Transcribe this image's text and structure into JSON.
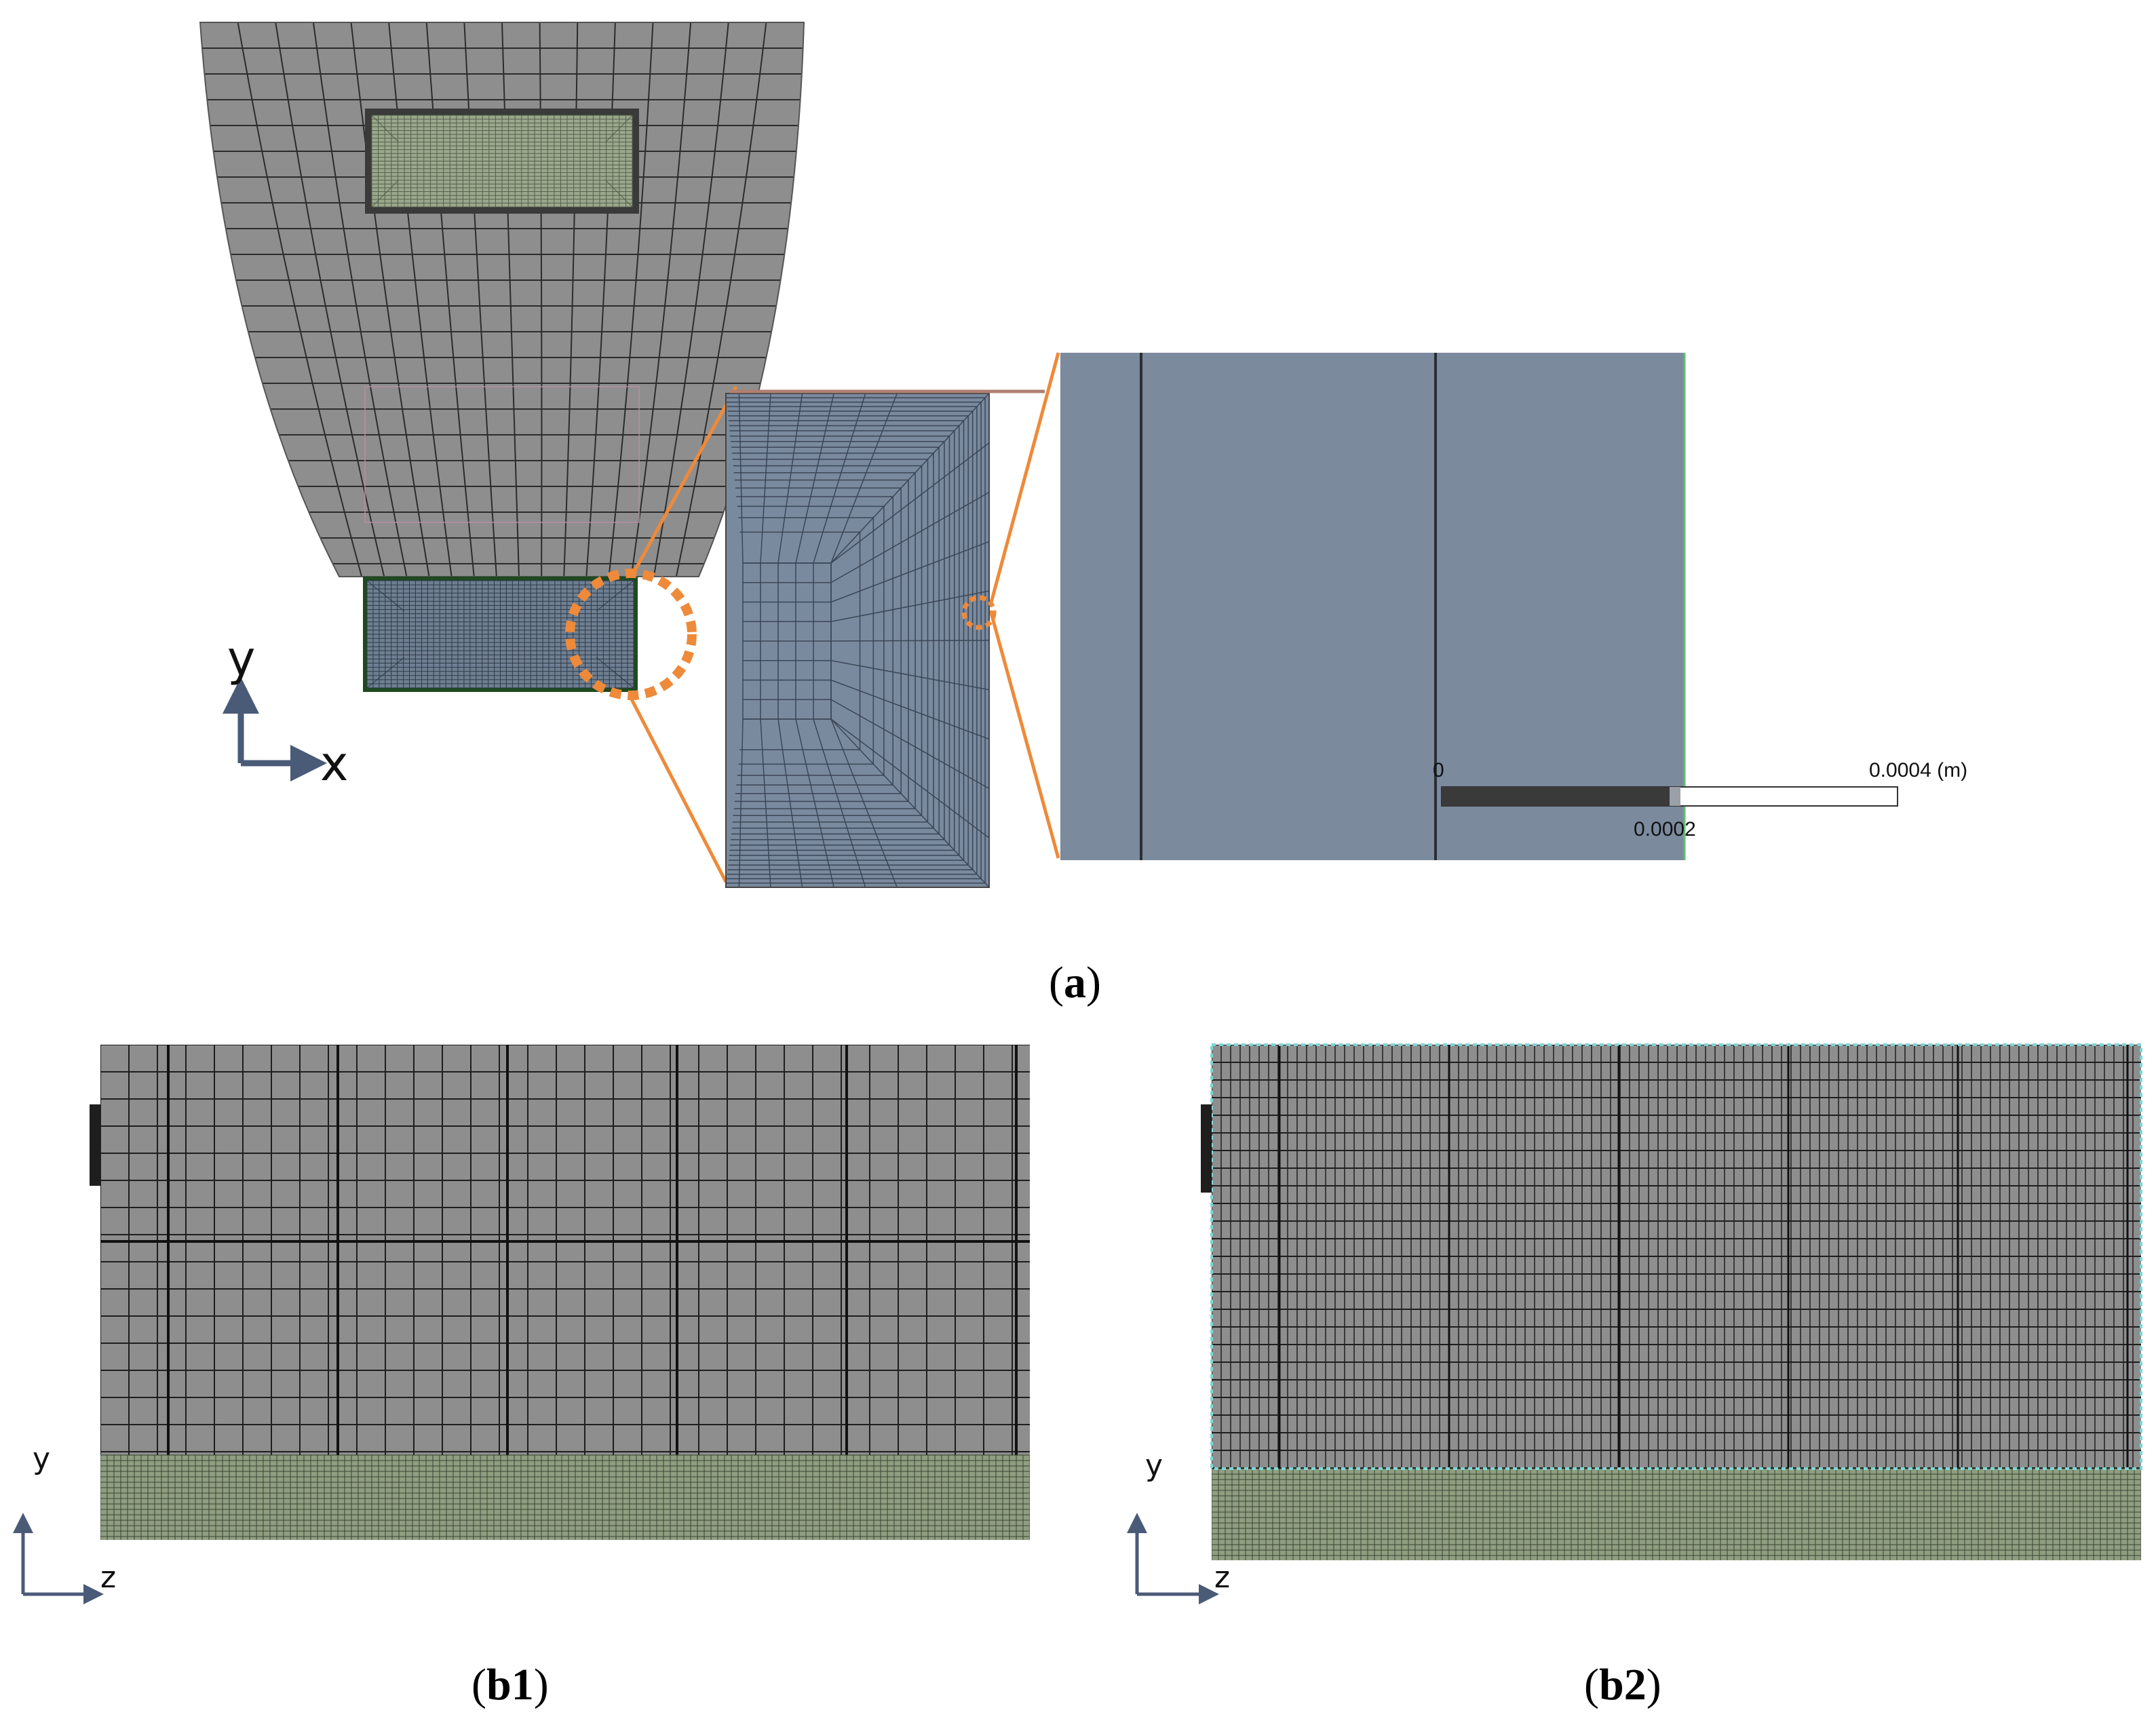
{
  "panel_a": {
    "caption_open": "(",
    "caption_id": "a",
    "caption_close": ")",
    "axes": {
      "y": "y",
      "x": "x"
    },
    "scale_bar": {
      "start_label": "0",
      "mid_label": "0.0002",
      "end_label": "0.0004 (m)"
    }
  },
  "panel_b1": {
    "caption_open": "(",
    "caption_id": "b1",
    "caption_close": ")",
    "axes": {
      "y": "y",
      "z": "z"
    }
  },
  "panel_b2": {
    "caption_open": "(",
    "caption_id": "b2",
    "caption_close": ")",
    "axes": {
      "y": "y",
      "z": "z"
    }
  },
  "colors": {
    "mesh_gray": "#8e8e8e",
    "mesh_green": "#9aa88c",
    "mesh_blue": "#7a8a9e",
    "zoom_blue": "#7b8a9d",
    "highlight_orange": "#ee8a3a",
    "axis_arrow": "#4a5b78",
    "boundary_cyan": "#7fd6d6"
  }
}
